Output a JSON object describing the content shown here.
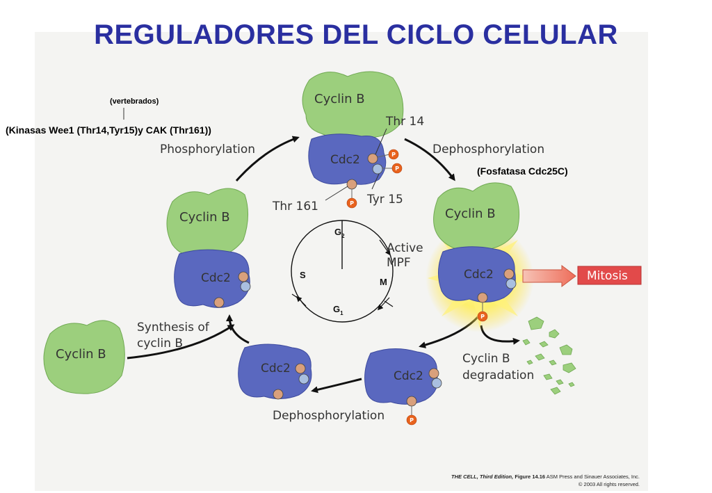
{
  "title": "REGULADORES DEL CICLO CELULAR",
  "annotations": {
    "vertebrados": "(vertebrados)",
    "kinases": "(Kinasas Wee1 (Thr14,Tyr15)y CAK (Thr161))",
    "phosphatase": "(Fosfatasa Cdc25C)"
  },
  "labels": {
    "cyclin_b": "Cyclin B",
    "cdc2": "Cdc2",
    "thr14": "Thr 14",
    "thr161": "Thr 161",
    "tyr15": "Tyr 15",
    "phosphorylation": "Phosphorylation",
    "dephosphorylation_top": "Dephosphorylation",
    "dephosphorylation_bottom": "Dephosphorylation",
    "active_mpf_1": "Active",
    "active_mpf_2": "MPF",
    "mitosis": "Mitosis",
    "synthesis_1": "Synthesis of",
    "synthesis_2": "cyclin B",
    "degradation_1": "Cyclin B",
    "degradation_2": "degradation",
    "p": "P"
  },
  "cycle": {
    "g2": "G",
    "g2_sub": "2",
    "s": "S",
    "m": "M",
    "g1": "G",
    "g1_sub": "1"
  },
  "credit": {
    "book": "THE CELL, Third Edition,",
    "figure": "Figure 14.16",
    "publisher": "ASM Press and Sinauer Associates, Inc.",
    "copyright": "© 2003 All rights reserved."
  },
  "colors": {
    "title": "#2a2fa0",
    "cyclin": "#9ccf7d",
    "cdc2": "#5a68bf",
    "phosphate": "#e8621d",
    "residue": "#d9a07c",
    "tyr": "#a9bfe0",
    "mitosis": "#e24a4a"
  }
}
